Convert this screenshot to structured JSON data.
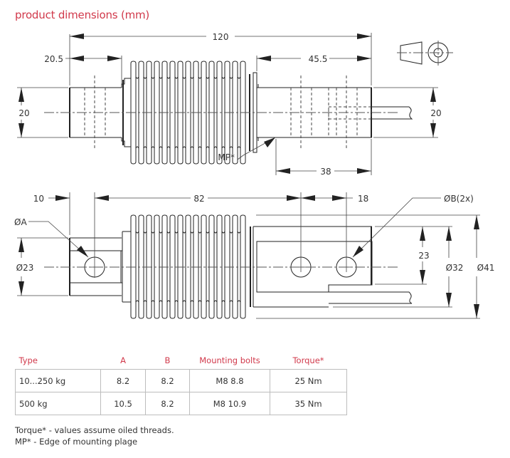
{
  "title": "product dimensions (mm)",
  "top_view": {
    "dims": {
      "overall_length": "120",
      "left_shaft_length": "20.5",
      "right_shaft_length": "45.5",
      "left_height": "20",
      "right_height": "20",
      "mp_offset": "38",
      "mp_label": "MP*"
    }
  },
  "bottom_view": {
    "dims": {
      "left_offset": "10",
      "hole_spacing": "82",
      "hole_pitch": "18",
      "hole_a_label": "ØA",
      "hole_b_label": "ØB(2x)",
      "left_diameter": "Ø23",
      "flat_height": "23",
      "body_diameter": "Ø32",
      "bellows_diameter": "Ø41"
    }
  },
  "projection_symbol": "third-angle-projection-icon",
  "table": {
    "headers": [
      "Type",
      "A",
      "B",
      "Mounting bolts",
      "Torque*"
    ],
    "rows": [
      [
        "10...250 kg",
        "8.2",
        "8.2",
        "M8 8.8",
        "25 Nm"
      ],
      [
        "500 kg",
        "10.5",
        "8.2",
        "M8 10.9",
        "35 Nm"
      ]
    ]
  },
  "notes": [
    "Torque* - values assume oiled threads.",
    "MP*  - Edge of mounting plage"
  ],
  "colors": {
    "accent": "#d1394b",
    "line": "#222222",
    "grid": "#bdbdbd"
  }
}
